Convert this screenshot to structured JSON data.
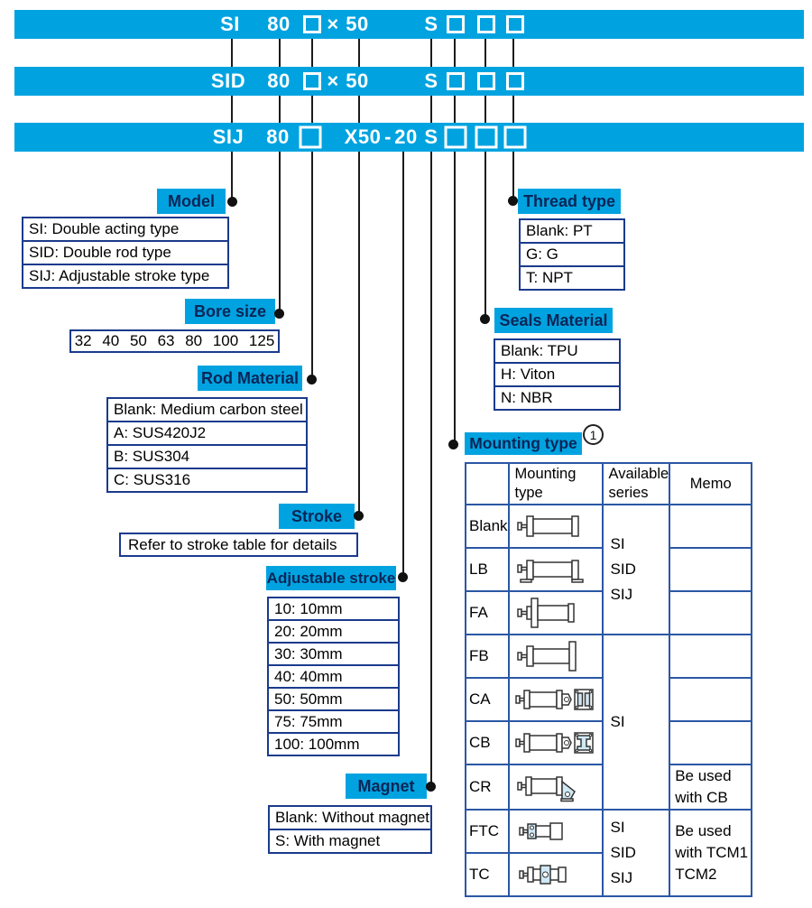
{
  "colors": {
    "accent_blue": "#00a3e0",
    "list_border_navy": "#1a3a8c",
    "table_border_blue": "#2b57a5",
    "connector_black": "#1c1c1c",
    "drawing_shade_blue": "#cfe8f5"
  },
  "code_bars": {
    "si": {
      "model": "SI",
      "bore": "80",
      "times": "×",
      "stroke": "50",
      "magnet": "S"
    },
    "sid": {
      "model": "SID",
      "bore": "80",
      "times": "×",
      "stroke": "50",
      "magnet": "S"
    },
    "sij": {
      "model": "SIJ",
      "bore": "80",
      "stroke": "X50",
      "dash": "-",
      "adjustable": "20",
      "magnet": "S"
    }
  },
  "sections": {
    "model": {
      "label": "Model",
      "items": [
        "SI: Double acting type",
        "SID: Double rod type",
        "SIJ: Adjustable stroke type"
      ]
    },
    "bore_size": {
      "label": "Bore size",
      "values": "32 40 50 63 80 100 125"
    },
    "rod_material": {
      "label": "Rod Material",
      "items": [
        "Blank: Medium carbon steel",
        "A: SUS420J2",
        "B: SUS304",
        "C: SUS316"
      ]
    },
    "stroke": {
      "label": "Stroke",
      "note": "Refer to stroke table for details"
    },
    "adjustable_stroke": {
      "label": "Adjustable stroke",
      "items": [
        "10: 10mm",
        "20: 20mm",
        "30: 30mm",
        "40: 40mm",
        "50: 50mm",
        "75: 75mm",
        "100: 100mm"
      ]
    },
    "magnet": {
      "label": "Magnet",
      "items": [
        "Blank: Without magnet",
        "S: With magnet"
      ]
    },
    "thread_type": {
      "label": "Thread type",
      "items": [
        "Blank: PT",
        "G: G",
        "T: NPT"
      ]
    },
    "seals_material": {
      "label": "Seals Material",
      "items": [
        "Blank: TPU",
        "H: Viton",
        "N: NBR"
      ]
    },
    "mounting": {
      "label": "Mounting type",
      "footnote": "1"
    }
  },
  "mounting_table": {
    "headers": {
      "code": "",
      "mounting_type": "Mounting\ntype",
      "available_series": "Available\nseries",
      "memo": "Memo"
    },
    "rows": [
      {
        "code": "Blank",
        "icon": "cylinder-basic-icon"
      },
      {
        "code": "LB",
        "icon": "cylinder-foot-bracket-icon"
      },
      {
        "code": "FA",
        "icon": "cylinder-front-flange-icon"
      },
      {
        "code": "FB",
        "icon": "cylinder-rear-flange-icon"
      },
      {
        "code": "CA",
        "icon": "cylinder-clevis-a-icon"
      },
      {
        "code": "CB",
        "icon": "cylinder-clevis-b-icon"
      },
      {
        "code": "CR",
        "icon": "cylinder-pivot-bracket-icon"
      },
      {
        "code": "FTC",
        "icon": "cylinder-front-trunnion-icon"
      },
      {
        "code": "TC",
        "icon": "cylinder-center-trunnion-icon"
      }
    ],
    "series_groups": [
      {
        "series": "SI\nSID\nSIJ"
      },
      {
        "series": "SI"
      },
      {
        "series": "SI\nSID\nSIJ"
      }
    ],
    "memos": {
      "cr": "Be used\nwith CB",
      "ftc_tc": "Be used\nwith TCM1\nTCM2"
    }
  }
}
